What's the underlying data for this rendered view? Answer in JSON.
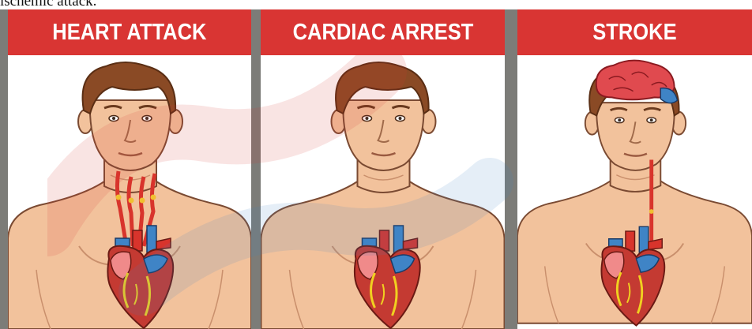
{
  "caption": "ischemic attack.",
  "colors": {
    "header": "#d93533",
    "divider": "#7c7c78",
    "skin": "#f2c29c",
    "hair": "#8a4a25",
    "artery": "#d8342c",
    "brain": "#e04a4f"
  },
  "panels": [
    {
      "title": "HEART ATTACK",
      "icon": "heart-attack-figure"
    },
    {
      "title": "CARDIAC ARREST",
      "icon": "cardiac-arrest-figure"
    },
    {
      "title": "STROKE",
      "icon": "stroke-figure"
    }
  ]
}
